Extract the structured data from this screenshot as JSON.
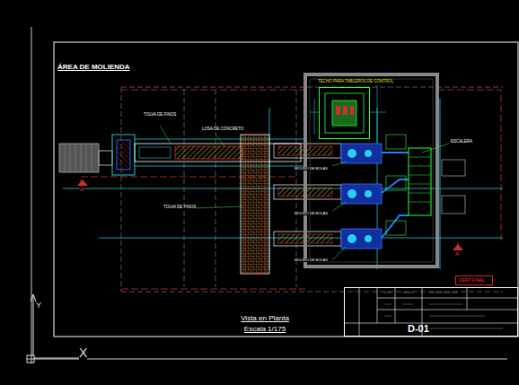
{
  "diagram": {
    "title": "ÁREA DE MOLIENDA",
    "caption": "Vista en Planta Escala 1/175",
    "nodes": [
      {
        "text": [
          "TECHO PARA TABLEROS DE CONTROL"
        ]
      },
      {
        "text": [
          "D-01"
        ]
      },
      {
        "text": [
          "VERT FINAL"
        ]
      }
    ],
    "labels": [
      "TOLVA DE FINOS",
      "LOSA DE CONCRETO",
      "TOLVA DE FINOS",
      "MOLINO DE BOLAS",
      "MOLINO DE BOLAS",
      "MOLINO DE BOLAS",
      "ESCALERA",
      "A",
      "A",
      "Y",
      "X"
    ]
  }
}
